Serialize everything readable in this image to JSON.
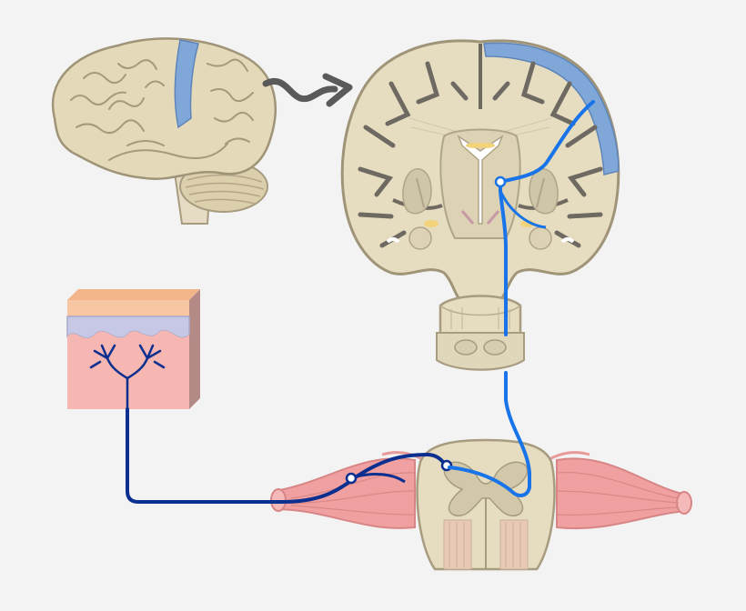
{
  "colors": {
    "background": "#f3f3f3",
    "brain_tissue": "#e4d9b8",
    "brain_outline": "#9f9478",
    "sulcus": "#6e6a62",
    "motor_cortex_highlight": "#7fa7d8",
    "upper_motor_neuron": "#1874e8",
    "sensory_neuron": "#0b2f8f",
    "skin_epidermis": "#f7c7a4",
    "skin_basal_layer": "#c7c8e6",
    "skin_dermis": "#f6b6b1",
    "spinal_nerve": "#f0a0a0",
    "arrow": "#5a5a5a"
  },
  "icons": [
    "brain-lateral",
    "curved-arrow",
    "coronal-brain-section",
    "brainstem-section",
    "skin-block",
    "spinal-cord-cross-section"
  ]
}
